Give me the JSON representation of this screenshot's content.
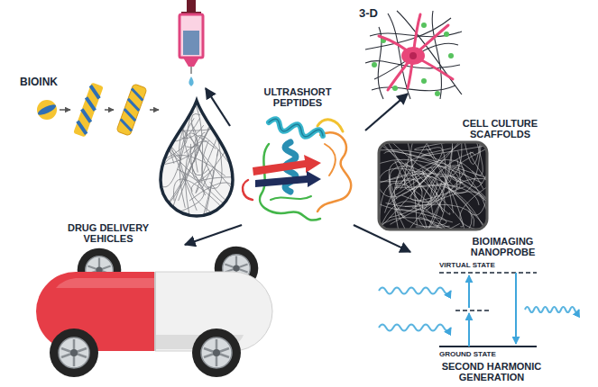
{
  "diagram": {
    "nodes": [
      {
        "text": [
          "ULTRASHORT PEPTIDES"
        ]
      },
      {
        "text": [
          "BIOINK"
        ]
      },
      {
        "text": [
          "CELL CULTURE SCAFFOLDS"
        ]
      },
      {
        "text": [
          "DRUG DELIVERY VEHICLES"
        ]
      },
      {
        "text": [
          "BIOIMAGING NANOPROBE"
        ]
      }
    ],
    "edges": [
      {
        "from": 0,
        "to": 1,
        "arrow": "to"
      },
      {
        "from": 0,
        "to": 2,
        "arrow": "to"
      },
      {
        "from": 0,
        "to": 3,
        "arrow": "to"
      },
      {
        "from": 0,
        "to": 4,
        "arrow": "to"
      }
    ],
    "labels": [
      "3-D",
      "VIRTUAL STATE",
      "GROUND STATE",
      "SECOND HARMONIC GENERATION"
    ]
  }
}
